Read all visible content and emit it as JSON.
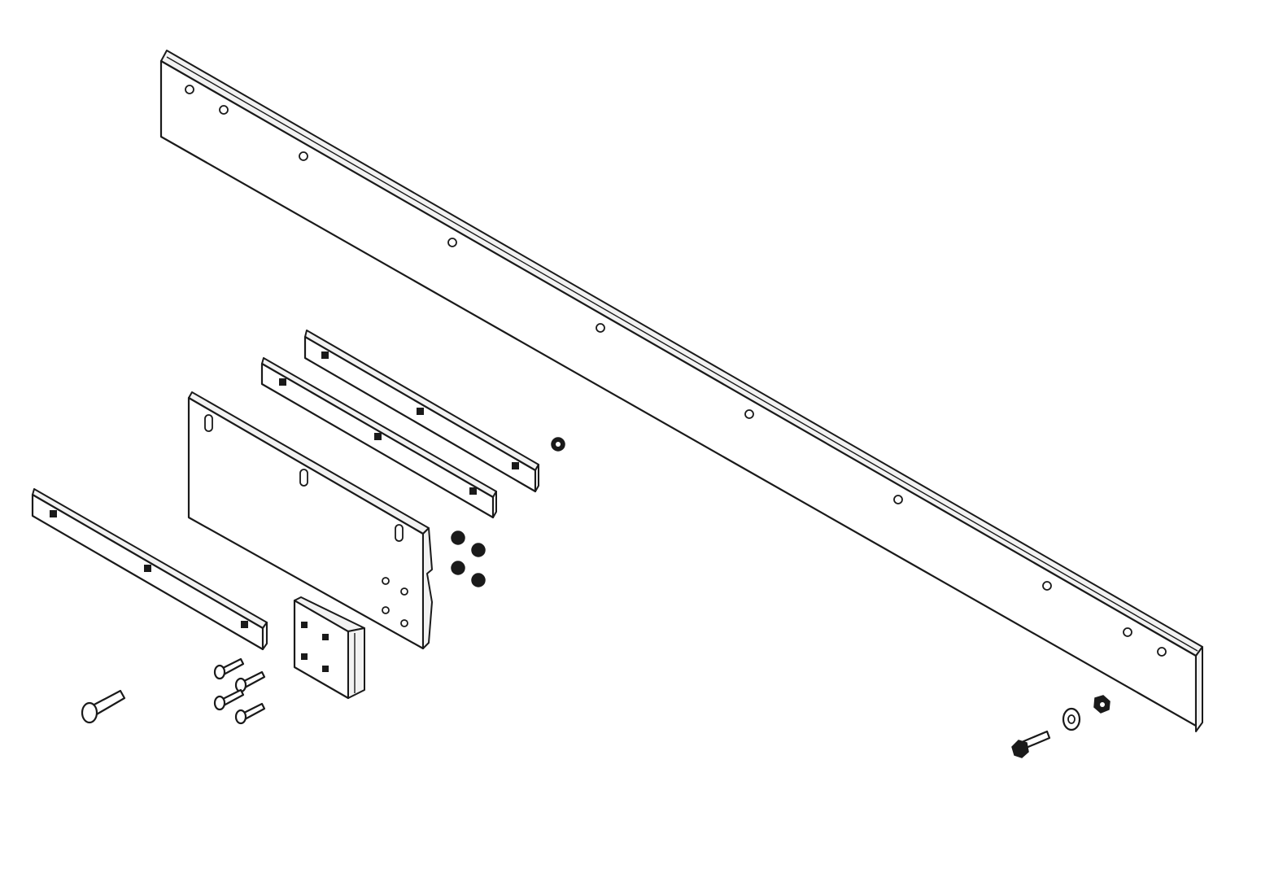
{
  "diagram": {
    "parts": [
      {
        "name": "long-bar",
        "label": ""
      },
      {
        "name": "short-strip-a",
        "label": ""
      },
      {
        "name": "short-strip-b",
        "label": ""
      },
      {
        "name": "mounting-plate",
        "label": ""
      },
      {
        "name": "front-strip",
        "label": ""
      },
      {
        "name": "square-block",
        "label": ""
      },
      {
        "name": "carriage-bolts",
        "label": ""
      },
      {
        "name": "nuts",
        "label": ""
      },
      {
        "name": "bolt-washer-nut",
        "label": ""
      }
    ]
  }
}
